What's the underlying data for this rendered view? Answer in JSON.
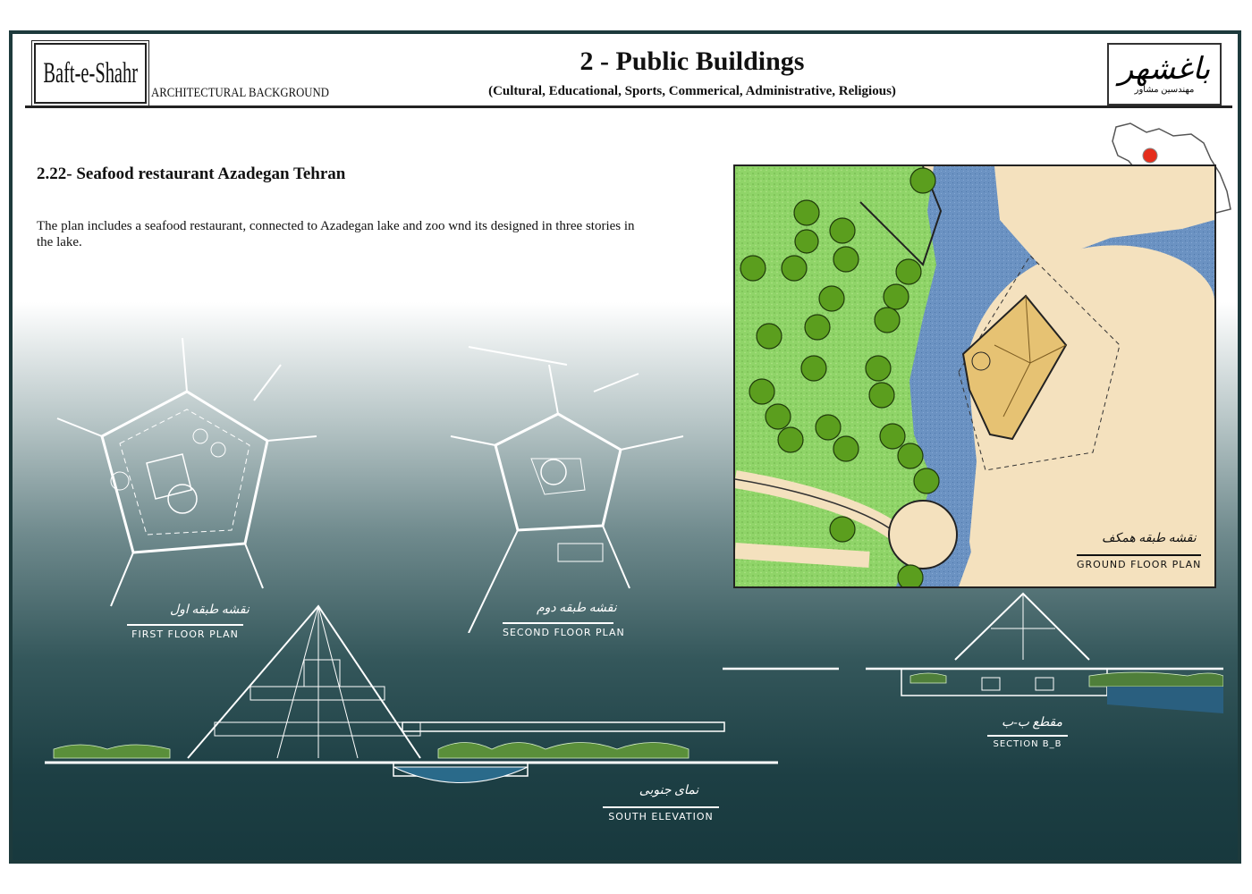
{
  "header": {
    "brand": "Baft-e-Shahr",
    "brand_subtitle": "ARCHITECTURAL  BACKGROUND",
    "title": "2 - Public Buildings",
    "subtitle": "(Cultural, Educational, Sports, Commerical, Administrative, Religious)",
    "logo_text": "باغشهر",
    "logo_subtext": "مهندسین مشاور"
  },
  "project": {
    "heading": "2.22-  Seafood restaurant   Azadegan  Tehran",
    "description": "The plan includes a seafood restaurant, connected to Azadegan lake and zoo wnd its designed in three stories in the lake."
  },
  "drawings": {
    "first_floor": {
      "label": "FIRST FLOOR PLAN",
      "farsi": "نقشه طبقه اول"
    },
    "second_floor": {
      "label": "SECOND FLOOR PLAN",
      "farsi": "نقشه طبقه دوم"
    },
    "ground_floor": {
      "label": "GROUND FLOOR PLAN",
      "farsi": "نقشه طبقه همکف"
    },
    "south_elevation": {
      "label": "SOUTH ELEVATION",
      "farsi": "نمای جنوبی"
    },
    "section": {
      "label": "SECTION B_B",
      "farsi": "مقطع ب-ب"
    }
  },
  "colors": {
    "frame": "#1d3a3c",
    "grass": "#8fd468",
    "sand": "#f4e1be",
    "water": "#6b92c2",
    "building": "#e6c273",
    "location_marker": "#e52d1c"
  }
}
